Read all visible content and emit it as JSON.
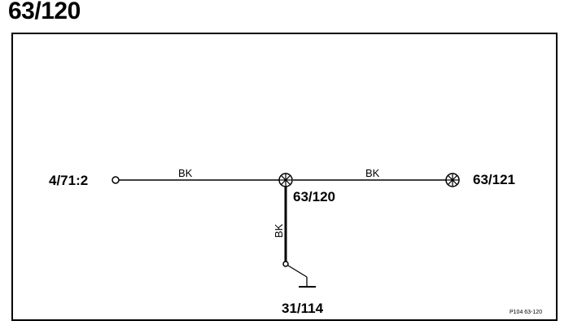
{
  "page": {
    "title": "63/120"
  },
  "diagram": {
    "nodes": {
      "connector_left": "4/71:2",
      "splice_center": "63/120",
      "splice_right": "63/121",
      "ground": "31/114"
    },
    "wires": {
      "left_color": "BK",
      "right_color": "BK",
      "down_color": "BK"
    },
    "reference_code": "P104 63-120",
    "colors": {
      "line": "#000000",
      "background": "#ffffff"
    },
    "icons": {
      "connector": "open-circle-terminal-icon",
      "splice": "crossed-circle-splice-icon",
      "ground": "ground-symbol-icon"
    }
  }
}
